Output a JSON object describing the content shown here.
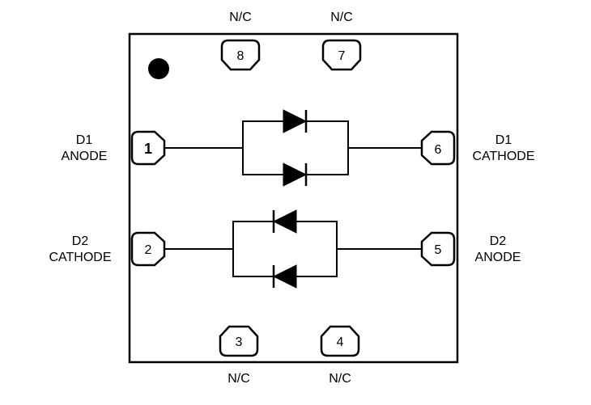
{
  "diagram": {
    "kind": "ic-package-pinout",
    "background_color": "#ffffff",
    "line_color": "#000000",
    "pin1_marker_color": "#000000"
  },
  "pins": {
    "pin1": {
      "number": "1",
      "label_line1": "D1",
      "label_line2": "ANODE"
    },
    "pin2": {
      "number": "2",
      "label_line1": "D2",
      "label_line2": "CATHODE"
    },
    "pin3": {
      "number": "3",
      "label": "N/C"
    },
    "pin4": {
      "number": "4",
      "label": "N/C"
    },
    "pin5": {
      "number": "5",
      "label_line1": "D2",
      "label_line2": "ANODE"
    },
    "pin6": {
      "number": "6",
      "label_line1": "D1",
      "label_line2": "CATHODE"
    },
    "pin7": {
      "number": "7",
      "label": "N/C"
    },
    "pin8": {
      "number": "8",
      "label": "N/C"
    }
  },
  "components": [
    {
      "name": "D1",
      "anode_pin": "1",
      "cathode_pin": "6"
    },
    {
      "name": "D2",
      "anode_pin": "5",
      "cathode_pin": "2"
    }
  ]
}
